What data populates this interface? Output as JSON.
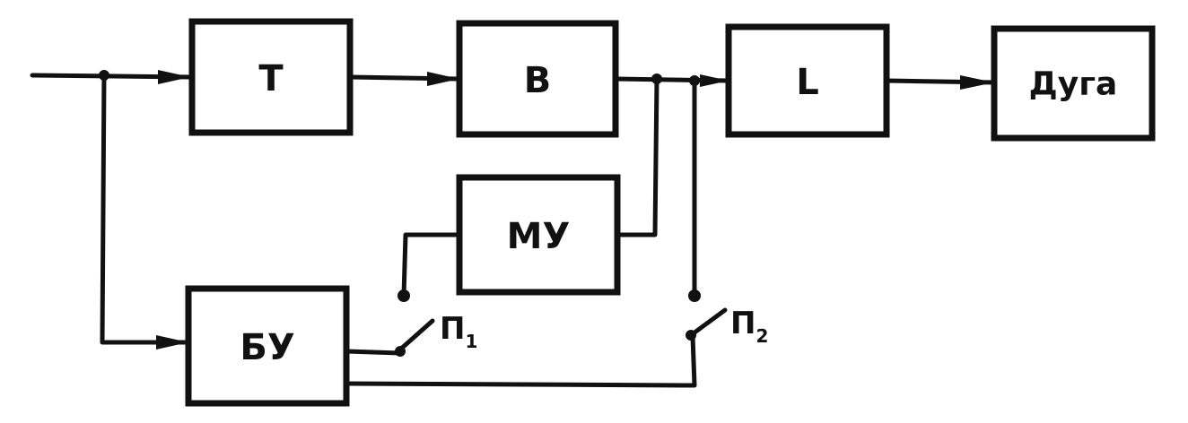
{
  "blocks": {
    "t": "Т",
    "v": "В",
    "l": "L",
    "arc": "Дуга",
    "mu": "МУ",
    "bu": "БУ"
  },
  "switches": {
    "p1": {
      "letter": "П",
      "index": "1"
    },
    "p2": {
      "letter": "П",
      "index": "2"
    }
  }
}
